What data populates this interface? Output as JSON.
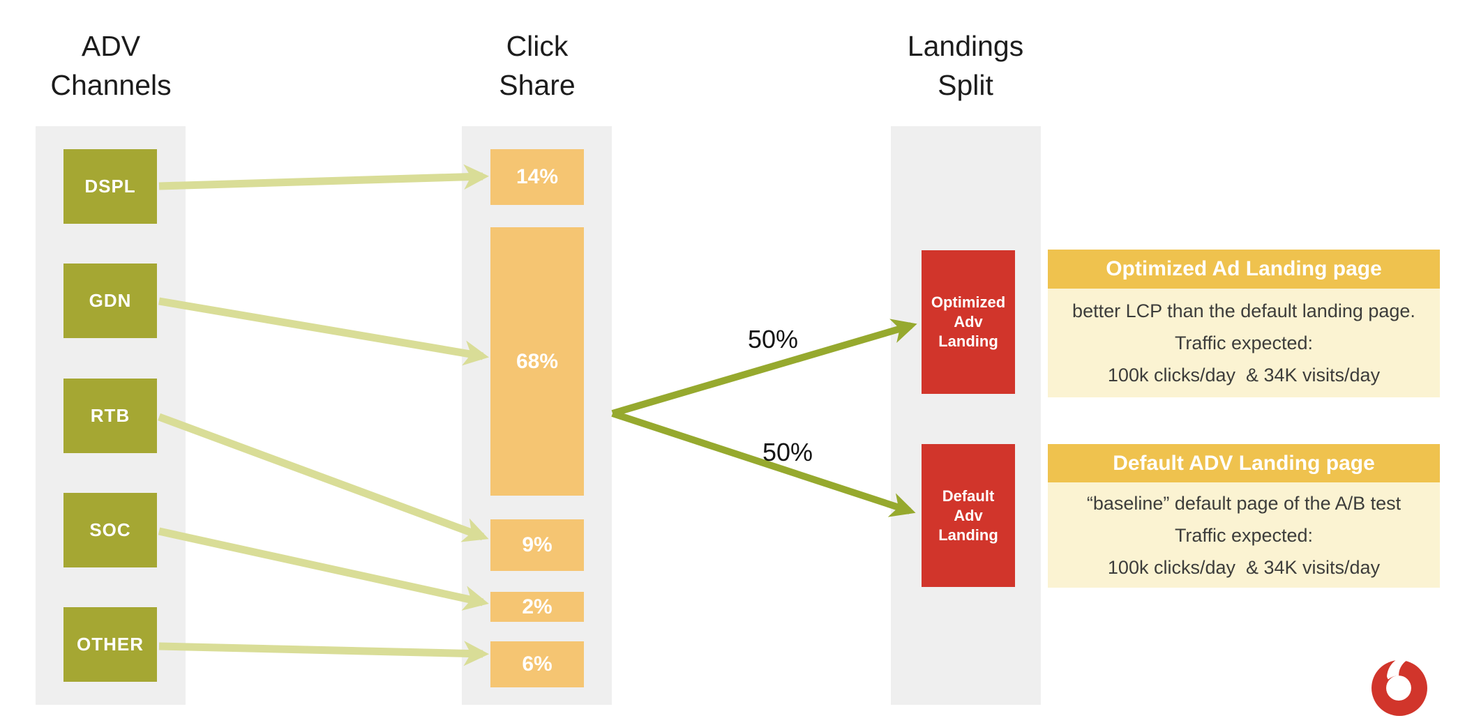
{
  "palette": {
    "column_bg": "#efefef",
    "channel_green": "#a5a733",
    "share_orange": "#f5c572",
    "landing_red": "#d1352b",
    "panel_gold": "#efc24e",
    "panel_cream": "#fbf3d2",
    "arrow_light": "#d9dd97",
    "arrow_dark": "#96a92e",
    "heading_text": "#1c1c1c",
    "body_text": "#3d3d3b",
    "vodafone_red": "#d1352b"
  },
  "icons": {
    "logo": "vodafone-speechmark-icon"
  },
  "headers": {
    "channels": "ADV\nChannels",
    "click_share": "Click\nShare",
    "landings_split": "Landings\nSplit"
  },
  "channels": [
    {
      "label": "DSPL"
    },
    {
      "label": "GDN"
    },
    {
      "label": "RTB"
    },
    {
      "label": "SOC"
    },
    {
      "label": "OTHER"
    }
  ],
  "shares": [
    {
      "label": "14%"
    },
    {
      "label": "68%"
    },
    {
      "label": "9%"
    },
    {
      "label": "2%"
    },
    {
      "label": "6%"
    }
  ],
  "flows": [
    {
      "from": "DSPL",
      "to": "14%"
    },
    {
      "from": "GDN",
      "to": "68%"
    },
    {
      "from": "RTB",
      "to": "9%"
    },
    {
      "from": "SOC",
      "to": "2%"
    },
    {
      "from": "OTHER",
      "to": "6%"
    }
  ],
  "split": {
    "optimized": "50%",
    "default": "50%"
  },
  "landings": [
    {
      "label": "Optimized\nAdv\nLanding"
    },
    {
      "label": "Default\nAdv\nLanding"
    }
  ],
  "panels": [
    {
      "title": "Optimized Ad Landing page",
      "lines": [
        "better LCP than the default landing page.",
        "Traffic expected:",
        "100k clicks/day  & 34K visits/day"
      ]
    },
    {
      "title": "Default ADV Landing page",
      "lines": [
        "“baseline” default page of the A/B test",
        "Traffic expected:",
        "100k clicks/day  & 34K visits/day"
      ]
    }
  ]
}
